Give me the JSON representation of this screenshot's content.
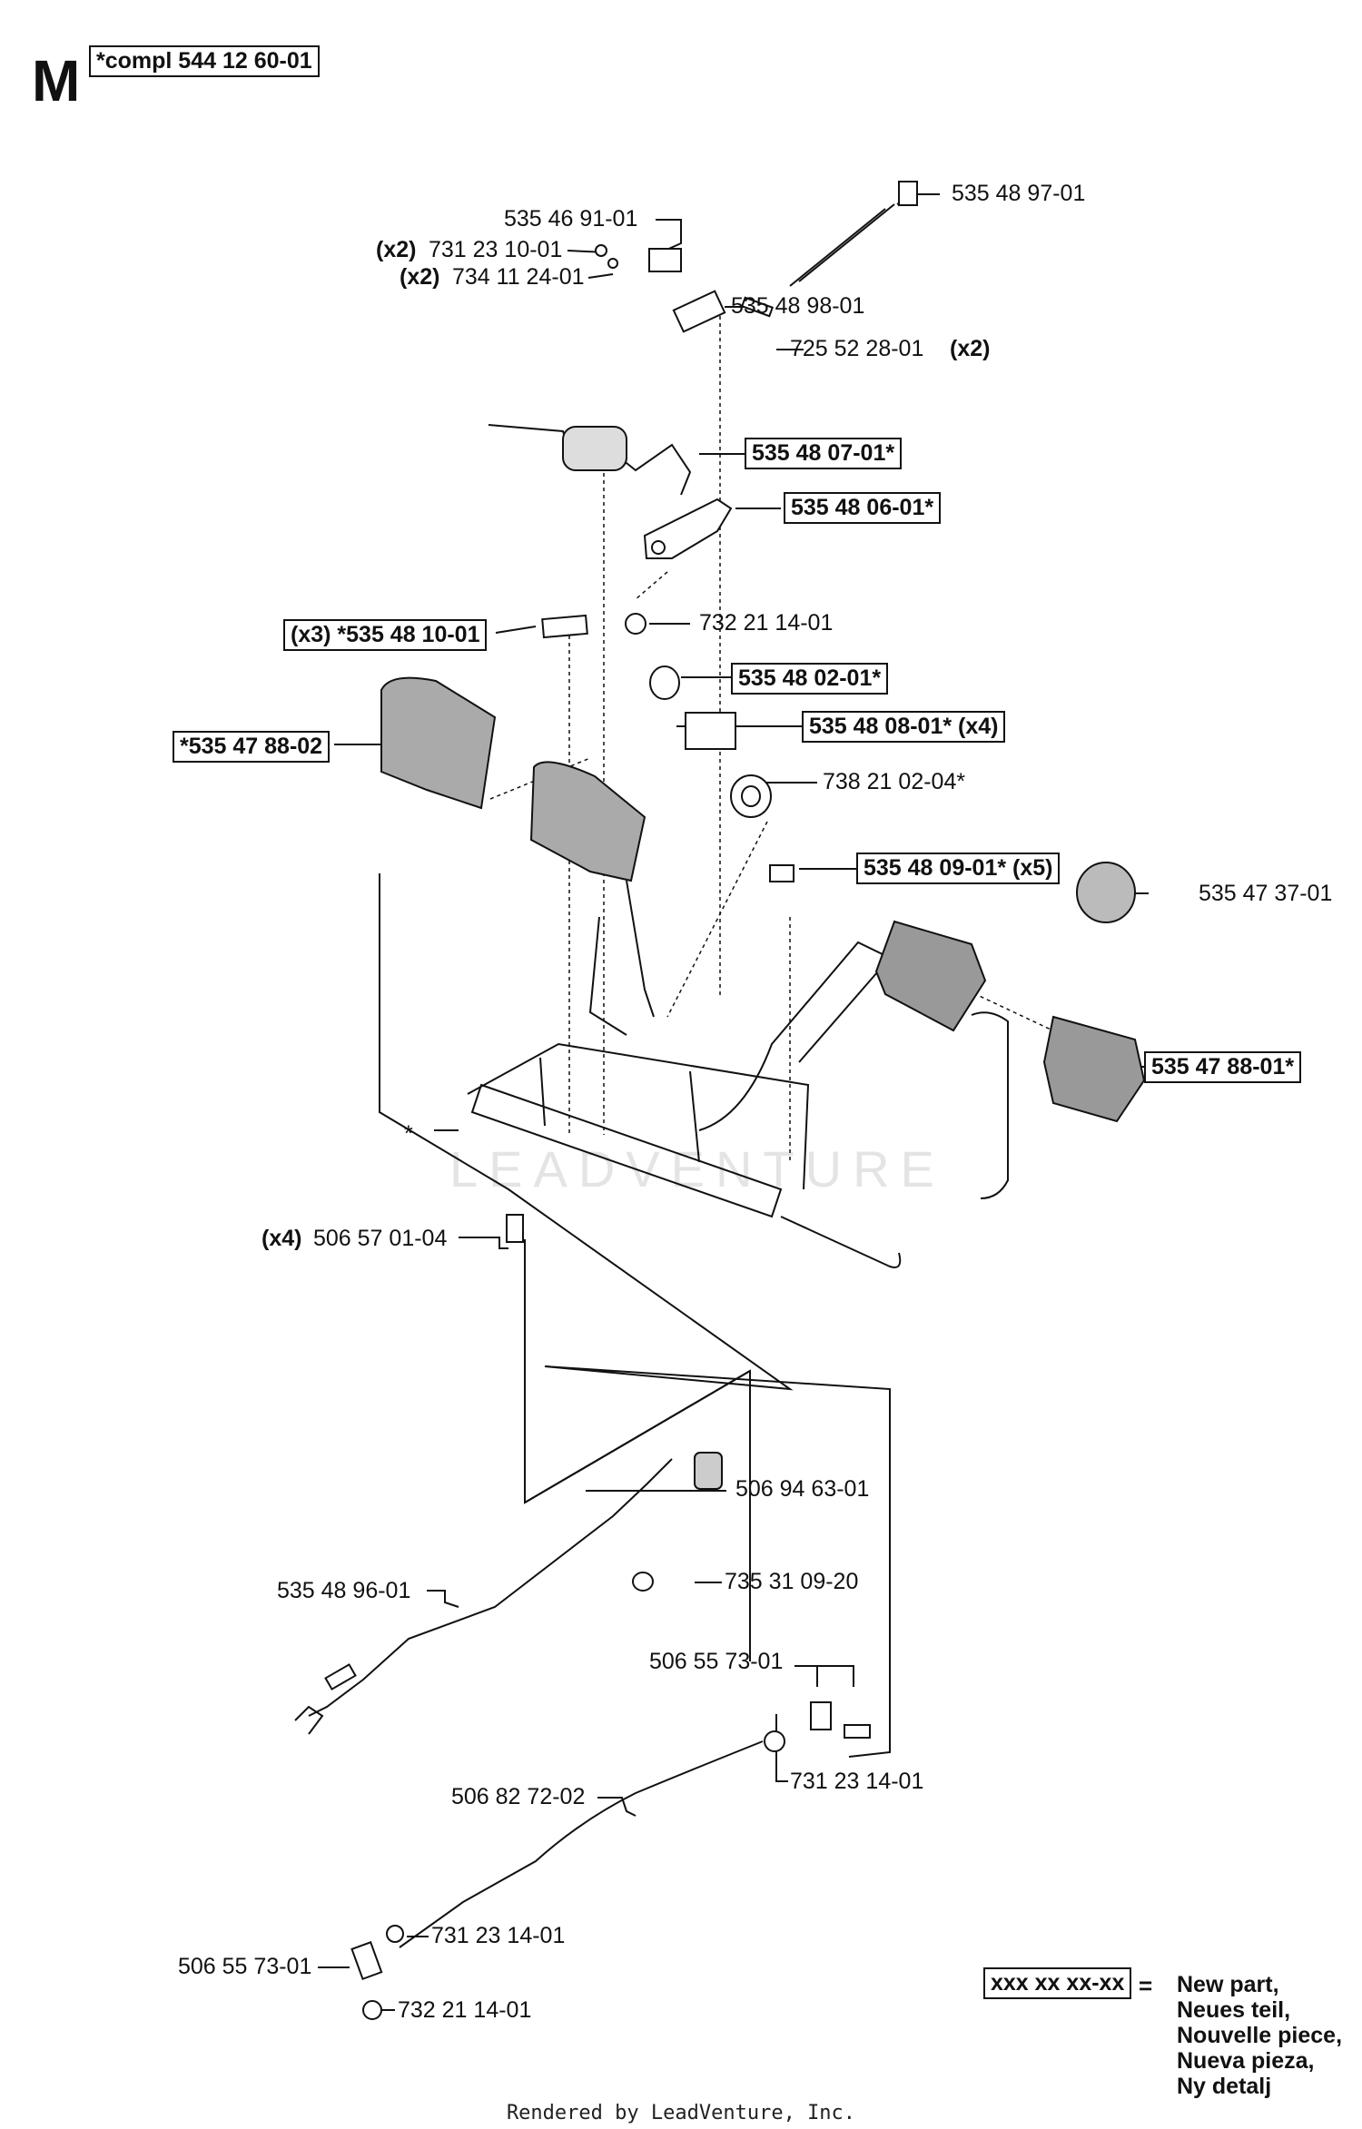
{
  "header": {
    "section_letter": "M",
    "assembly_number": "*compl 544 12 60-01"
  },
  "watermark": "LEADVENTURE",
  "parts": {
    "p5354691": "535 46 91-01",
    "p5354897": "535 48 97-01",
    "p7312310_qty": "(x2)",
    "p7312310": "731 23 10-01",
    "p7341124_qty": "(x2)",
    "p7341124": "734 11 24-01",
    "p5354898": "535 48 98-01",
    "p7255228": "725 52 28-01",
    "p7255228_qty": "(x2)",
    "p5354807": "535 48 07-01*",
    "p5354806": "535 48 06-01*",
    "p5354810": "(x3) *535 48 10-01",
    "p7322114_top": "732 21 14-01",
    "p5354802": "535 48 02-01*",
    "p5354808": "535 48 08-01* (x4)",
    "p5354788_02": "*535 47 88-02",
    "p7382102": "738 21 02-04*",
    "p5354809": "535 48 09-01* (x5)",
    "p5354737": "535 47 37-01",
    "p5354788_01": "535 47 88-01*",
    "star": "*",
    "p5065701_qty": "(x4)",
    "p5065701": "506 57 01-04",
    "p5069463": "506 94 63-01",
    "p7353109": "735 31 09-20",
    "p5354896": "535 48 96-01",
    "p5065573_top": "506 55 73-01",
    "p7312314_top": "731 23 14-01",
    "p5068272": "506 82 72-02",
    "p7312314_bottom": "731 23 14-01",
    "p5065573_bottom": "506 55 73-01",
    "p7322114_bottom": "732 21 14-01"
  },
  "legend": {
    "box": "xxx xx xx-xx",
    "equals": "=",
    "lines": [
      "New part,",
      "Neues teil,",
      "Nouvelle piece,",
      "Nueva pieza,",
      "Ny detalj"
    ]
  },
  "footer": "Rendered by LeadVenture, Inc."
}
